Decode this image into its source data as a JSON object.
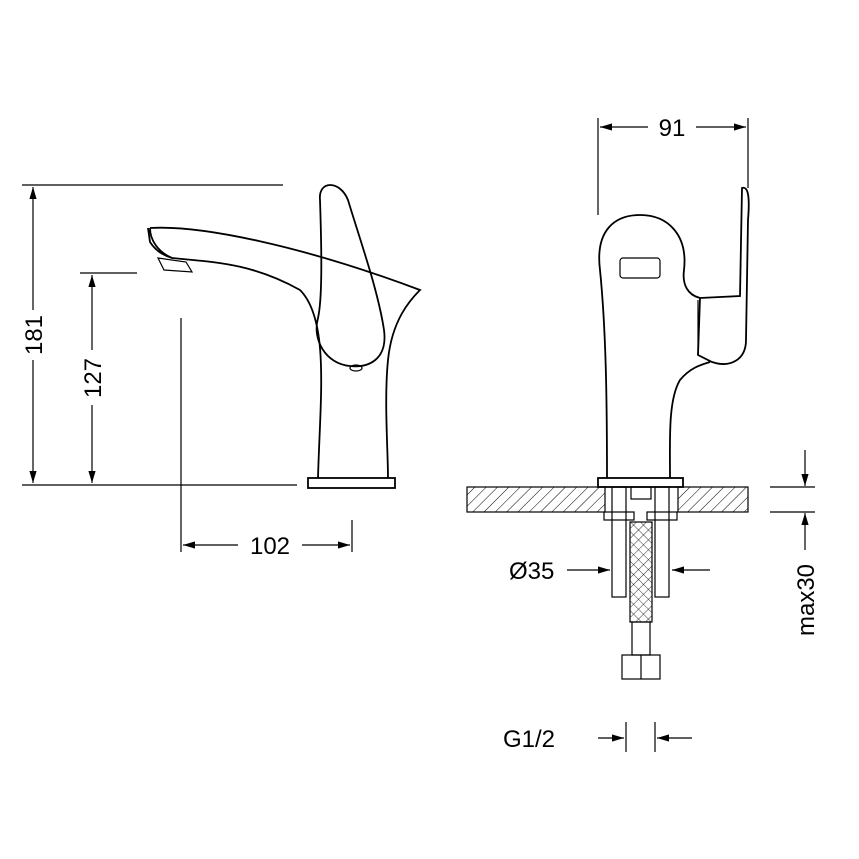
{
  "title": "Faucet technical drawing",
  "dimensions": {
    "total_height": "181",
    "spout_height": "127",
    "spout_reach": "102",
    "depth": "91",
    "hole_diameter": "Ø35",
    "max_counter_thickness": "max30",
    "connection": "G1/2"
  },
  "colors": {
    "line": "#000000",
    "background": "#ffffff"
  }
}
